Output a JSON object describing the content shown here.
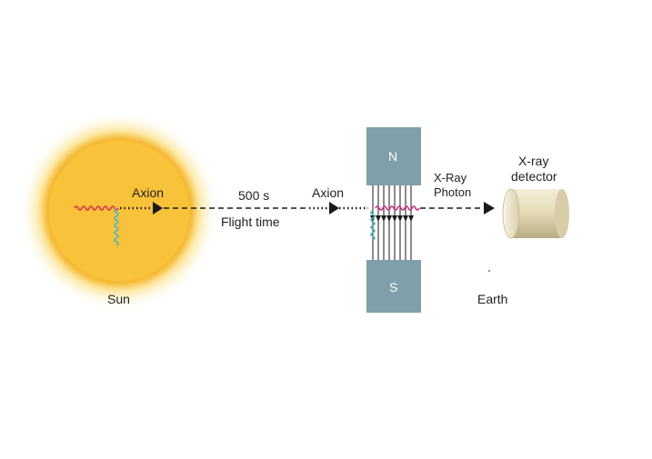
{
  "labels": {
    "sun": "Sun",
    "axion_sun": "Axion",
    "distance": "500 s",
    "flight_time": "Flight time",
    "axion_magnet": "Axion",
    "magnet_north": "N",
    "magnet_south": "S",
    "xray_photon_line1": "X-Ray",
    "xray_photon_line2": "Photon",
    "detector_line1": "X-ray",
    "detector_line2": "detector",
    "earth": "Earth"
  },
  "colors": {
    "sun_core": "#f8c63c",
    "sun_glow": "#fce9a6",
    "magnet": "#7f9faa",
    "axion_wave": "#d8324a",
    "photon_wave": "#4fb8c4",
    "detector": "#ece3c4",
    "arrow": "#1a1a1a"
  }
}
